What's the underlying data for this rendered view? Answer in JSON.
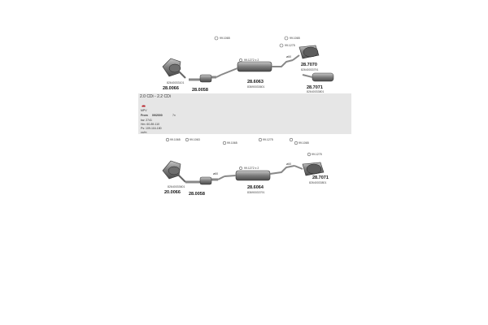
{
  "colors": {
    "band": "#e6e6e6",
    "part": "#8a8a8a",
    "pipe": "#9a9a9a",
    "dark": "#555555"
  },
  "spec": {
    "engine": "2.0 CDi - 2.2 CDi",
    "vehicle_type": "MPV",
    "from_label": "From",
    "from_value": "09/2000",
    "suffix": "7x",
    "line_1": "kw:     2741",
    "line_2": "Hm:    60-89-110",
    "line_3": "Ps:     109-116-180",
    "line_4": "cc/m"
  },
  "upper": {
    "p1_ref": "28.0066",
    "p1_code": "82640033101",
    "p2_ref": "28.0058",
    "p3_ref": "28.6063",
    "p3_code": "83690033601",
    "p4_ref": "28.7070",
    "p4_code": "82640033791",
    "p5_ref": "28.7071",
    "p5_code": "82640033801",
    "clip_1": "99.1065",
    "clip_2": "99.1065",
    "clip_3": "99.1275",
    "clip_4": "99.1272 x 2",
    "dim_1": "ø60"
  },
  "lower": {
    "p1_ref": "20.0066",
    "p1_code": "82640033601",
    "p2_ref": "28.0058",
    "p3_ref": "28.6064",
    "p3_code": "83690033791",
    "p4_ref": "28.7071",
    "p4_code": "82640033801",
    "clip_1": "99.1065",
    "clip_2": "99.1063",
    "clip_3": "99.1065",
    "clip_4": "99.1275",
    "clip_5": "99.1065",
    "clip_6": "99.1275",
    "clip_7": "99.1272 x 2",
    "dim_1": "ø60",
    "dim_2": "ø60"
  }
}
